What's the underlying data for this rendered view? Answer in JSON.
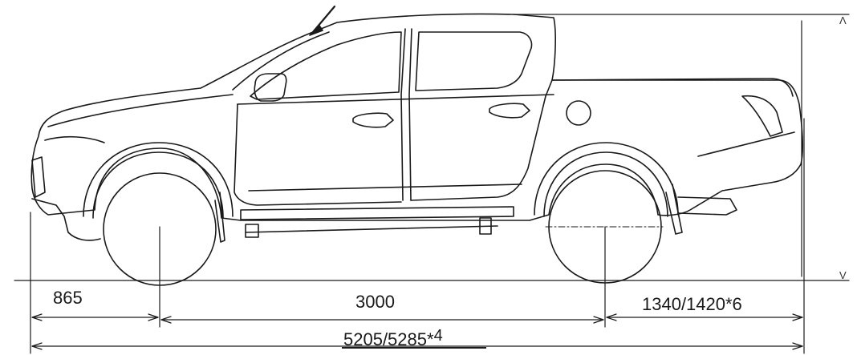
{
  "dimensions": {
    "front_overhang": "865",
    "wheelbase": "3000",
    "rear_overhang": "1340/1420*6",
    "overall_length_main": "5205/5285*",
    "overall_length_note": "4"
  },
  "height_marks": {
    "top": "Λ",
    "bottom": "V"
  },
  "colors": {
    "line": "#1a1a1a",
    "background": "#ffffff"
  }
}
